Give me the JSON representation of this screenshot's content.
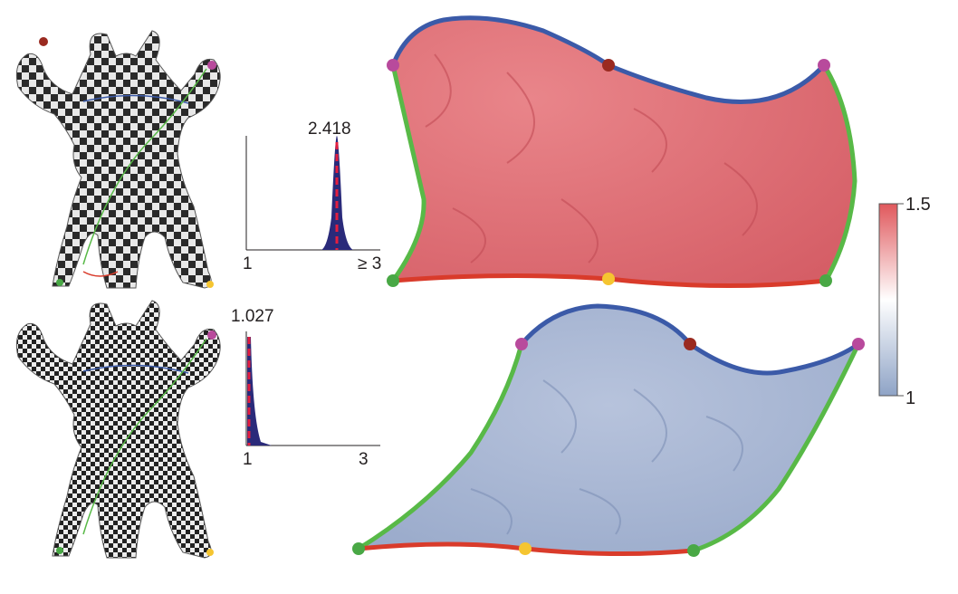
{
  "histograms": [
    {
      "peak_label": "2.418",
      "x_min_label": "1",
      "x_max_label": "≥ 3",
      "peak_value": 2.418
    },
    {
      "peak_label": "1.027",
      "x_min_label": "1",
      "x_max_label": "3",
      "peak_value": 1.027
    }
  ],
  "colorbar": {
    "max_label": "1.5",
    "min_label": "1",
    "top_color": "#e0585c",
    "mid_color": "#ffffff",
    "bottom_color": "#8ea3c6"
  },
  "colors": {
    "param_red": "#e0737a",
    "param_blue": "#a9b6d3",
    "edge_blue": "#3b5aa8",
    "edge_green": "#58b947",
    "edge_red": "#d93b2b",
    "corner_magenta": "#b84a9c",
    "corner_darkred": "#9a2a20",
    "corner_yellow": "#f5c531",
    "corner_green": "#49a845",
    "hist_fill": "#2a2a7a",
    "hist_line": "#e41e3f"
  }
}
